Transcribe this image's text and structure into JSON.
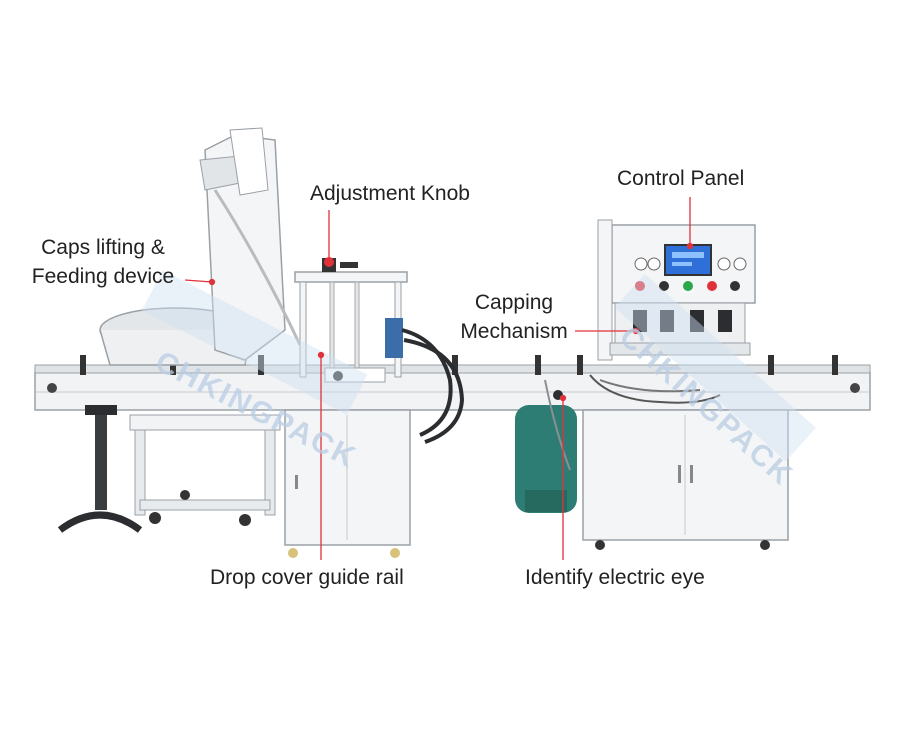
{
  "labels": {
    "caps_lifting_line1": "Caps lifting &",
    "caps_lifting_line2": "Feeding device",
    "adjustment_knob": "Adjustment Knob",
    "control_panel": "Control Panel",
    "capping_line1": "Capping",
    "capping_line2": "Mechanism",
    "drop_cover": "Drop cover guide rail",
    "identify_eye": "Identify electric eye"
  },
  "watermarks": [
    "CHKINGPACK",
    "CHKINGPACK"
  ],
  "colors": {
    "machine_frame": "#eef0f2",
    "machine_edge": "#9aa0a6",
    "leader_line": "#e0323a",
    "tank": "#2e7d74",
    "screen": "#2e6fd8",
    "watermark": "#b9cde4"
  }
}
